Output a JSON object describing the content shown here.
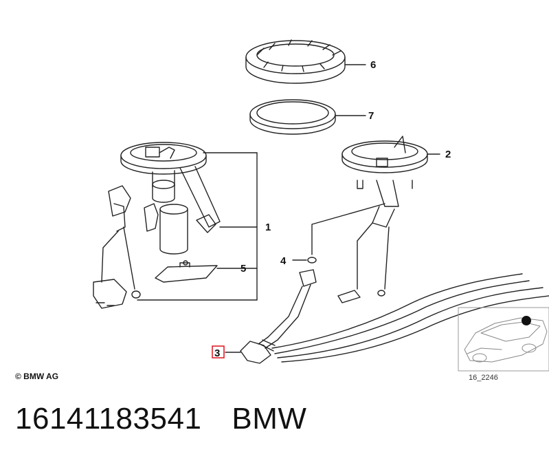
{
  "callouts": {
    "c1": "1",
    "c2": "2",
    "c3": "3",
    "c4": "4",
    "c5": "5",
    "c6": "6",
    "c7": "7"
  },
  "copyright": "© BMW AG",
  "diagram_ref": "16_2246",
  "footer": {
    "part_number": "16141183541",
    "brand": "BMW"
  },
  "colors": {
    "line": "#222222",
    "highlight": "#e0202a",
    "inset_border": "#999999"
  }
}
